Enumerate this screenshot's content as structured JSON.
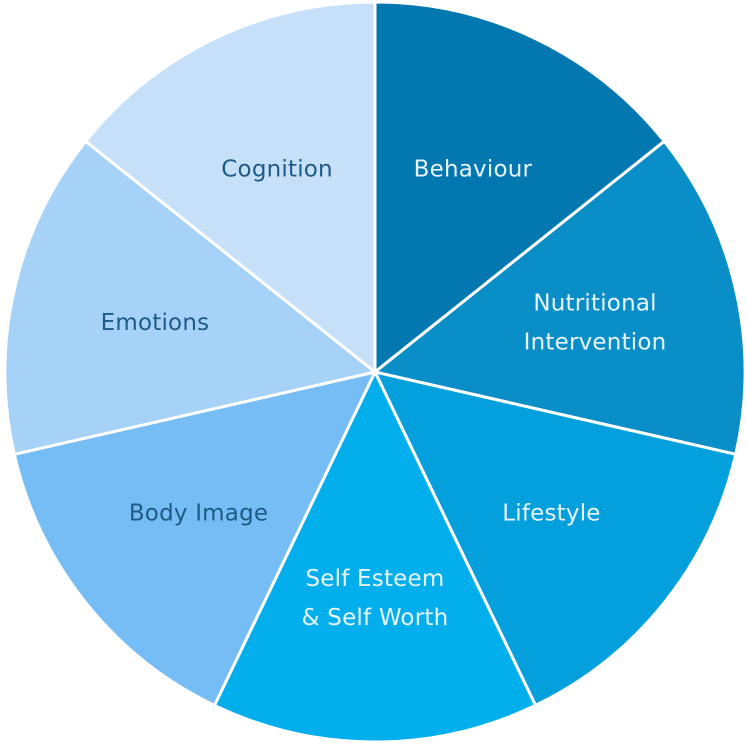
{
  "chart_data": {
    "type": "pie",
    "title": "",
    "slices": [
      {
        "label_lines": [
          "Behaviour"
        ],
        "value": 1,
        "color": "#0277b0",
        "text_color": "#e8f4fb"
      },
      {
        "label_lines": [
          "Nutritional",
          "Intervention"
        ],
        "value": 1,
        "color": "#0a8ec7",
        "text_color": "#e8f4fb"
      },
      {
        "label_lines": [
          "Lifestyle"
        ],
        "value": 1,
        "color": "#049fdd",
        "text_color": "#e8f4fb"
      },
      {
        "label_lines": [
          "Self Esteem",
          "& Self Worth"
        ],
        "value": 1,
        "color": "#03aeec",
        "text_color": "#e8f4fb"
      },
      {
        "label_lines": [
          "Body Image"
        ],
        "value": 1,
        "color": "#75bdf4",
        "text_color": "#1d5a86"
      },
      {
        "label_lines": [
          "Emotions"
        ],
        "value": 1,
        "color": "#a7d2f8",
        "text_color": "#1d5a86"
      },
      {
        "label_lines": [
          "Cognition"
        ],
        "value": 1,
        "color": "#c6e0fa",
        "text_color": "#1d5a86"
      }
    ],
    "legend": "none"
  }
}
